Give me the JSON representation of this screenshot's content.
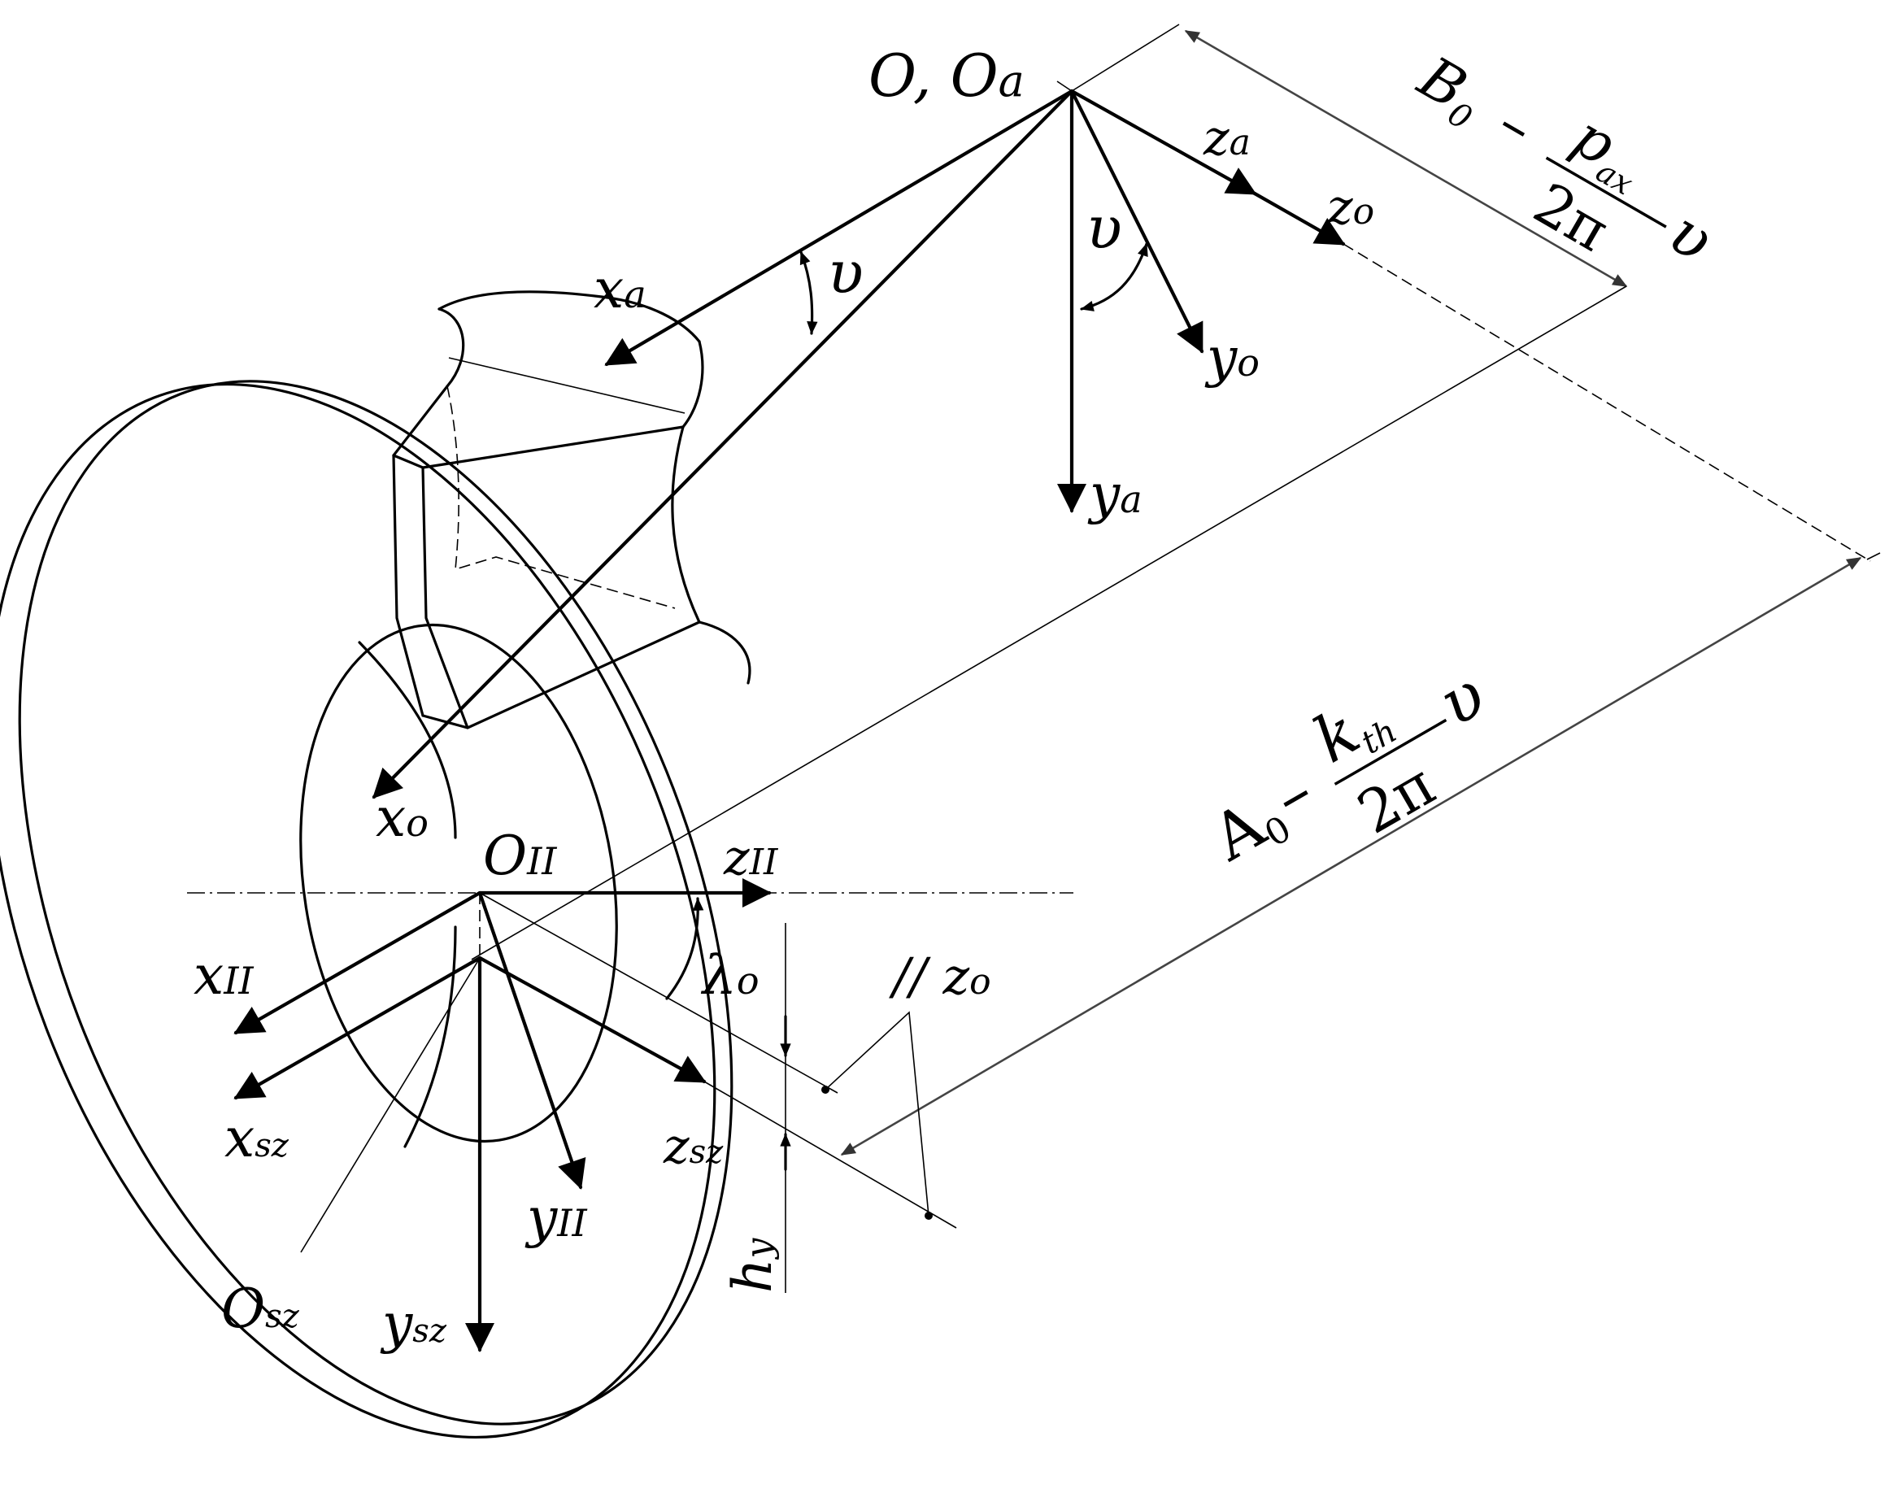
{
  "labels": {
    "origin_o": "O, O",
    "origin_o_sub": "a",
    "z_a": "z",
    "z_a_sub": "a",
    "z_o": "z",
    "z_o_sub": "o",
    "y_o": "y",
    "y_o_sub": "o",
    "y_a": "y",
    "y_a_sub": "a",
    "x_a": "x",
    "x_a_sub": "a",
    "x_o": "x",
    "x_o_sub": "o",
    "nu_1": "υ",
    "nu_2": "υ",
    "o_ii": "O",
    "o_ii_sub": "II",
    "z_ii": "z",
    "z_ii_sub": "II",
    "x_ii": "x",
    "x_ii_sub": "II",
    "x_sz": "x",
    "x_sz_sub": "sz",
    "y_ii": "y",
    "y_ii_sub": "II",
    "z_sz": "z",
    "z_sz_sub": "sz",
    "o_sz": "O",
    "o_sz_sub": "sz",
    "y_sz": "y",
    "y_sz_sub": "sz",
    "lambda": "λ",
    "lambda_sub": "o",
    "parallel_zo": "// z",
    "parallel_zo_sub": "o",
    "h_y": "h",
    "h_y_sub": "y"
  },
  "dimension_b0": {
    "b": "B",
    "b_sub": "0",
    "minus": "–",
    "numerator": "p",
    "numerator_sub": "ax",
    "denominator": "2π",
    "nu": "υ"
  },
  "dimension_a0": {
    "a": "A",
    "a_sub": "0",
    "minus": "–",
    "numerator": "k",
    "numerator_sub": "th",
    "denominator": "2π",
    "nu": "υ"
  }
}
